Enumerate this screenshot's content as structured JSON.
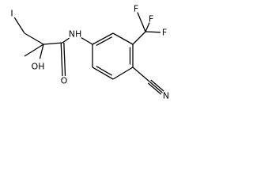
{
  "structure": {
    "atoms": [
      {
        "id": "I",
        "label": "I"
      },
      {
        "id": "CH2",
        "label": ""
      },
      {
        "id": "Cq",
        "label": ""
      },
      {
        "id": "Me",
        "label": ""
      },
      {
        "id": "O_hydroxyl",
        "label": "OH"
      },
      {
        "id": "C_carbonyl",
        "label": ""
      },
      {
        "id": "O_carbonyl",
        "label": "O"
      },
      {
        "id": "N_amide",
        "label": "NH"
      },
      {
        "id": "R1",
        "label": ""
      },
      {
        "id": "R2",
        "label": ""
      },
      {
        "id": "R3",
        "label": ""
      },
      {
        "id": "R4",
        "label": ""
      },
      {
        "id": "R5",
        "label": ""
      },
      {
        "id": "R6",
        "label": ""
      },
      {
        "id": "C_cf3",
        "label": ""
      },
      {
        "id": "F_a",
        "label": "F"
      },
      {
        "id": "F_b",
        "label": "F"
      },
      {
        "id": "F_c",
        "label": "F"
      },
      {
        "id": "C_nitrile",
        "label": ""
      },
      {
        "id": "N_nitrile",
        "label": "N"
      }
    ],
    "bonds": [
      {
        "a": "I",
        "b": "CH2",
        "order": 1
      },
      {
        "a": "CH2",
        "b": "Cq",
        "order": 1
      },
      {
        "a": "Cq",
        "b": "Me",
        "order": 1
      },
      {
        "a": "Cq",
        "b": "O_hydroxyl",
        "order": 1
      },
      {
        "a": "Cq",
        "b": "C_carbonyl",
        "order": 1
      },
      {
        "a": "C_carbonyl",
        "b": "O_carbonyl",
        "order": 2
      },
      {
        "a": "C_carbonyl",
        "b": "N_amide",
        "order": 1
      },
      {
        "a": "N_amide",
        "b": "R1",
        "order": 1
      },
      {
        "a": "R1",
        "b": "R2",
        "order": 2
      },
      {
        "a": "R2",
        "b": "R3",
        "order": 1
      },
      {
        "a": "R3",
        "b": "R4",
        "order": 2
      },
      {
        "a": "R4",
        "b": "R5",
        "order": 1
      },
      {
        "a": "R5",
        "b": "R6",
        "order": 2
      },
      {
        "a": "R6",
        "b": "R1",
        "order": 1
      },
      {
        "a": "R3",
        "b": "C_cf3",
        "order": 1
      },
      {
        "a": "C_cf3",
        "b": "F_a",
        "order": 1
      },
      {
        "a": "C_cf3",
        "b": "F_b",
        "order": 1
      },
      {
        "a": "C_cf3",
        "b": "F_c",
        "order": 1
      },
      {
        "a": "R4",
        "b": "C_nitrile",
        "order": 1
      },
      {
        "a": "C_nitrile",
        "b": "N_nitrile",
        "order": 3
      }
    ]
  }
}
